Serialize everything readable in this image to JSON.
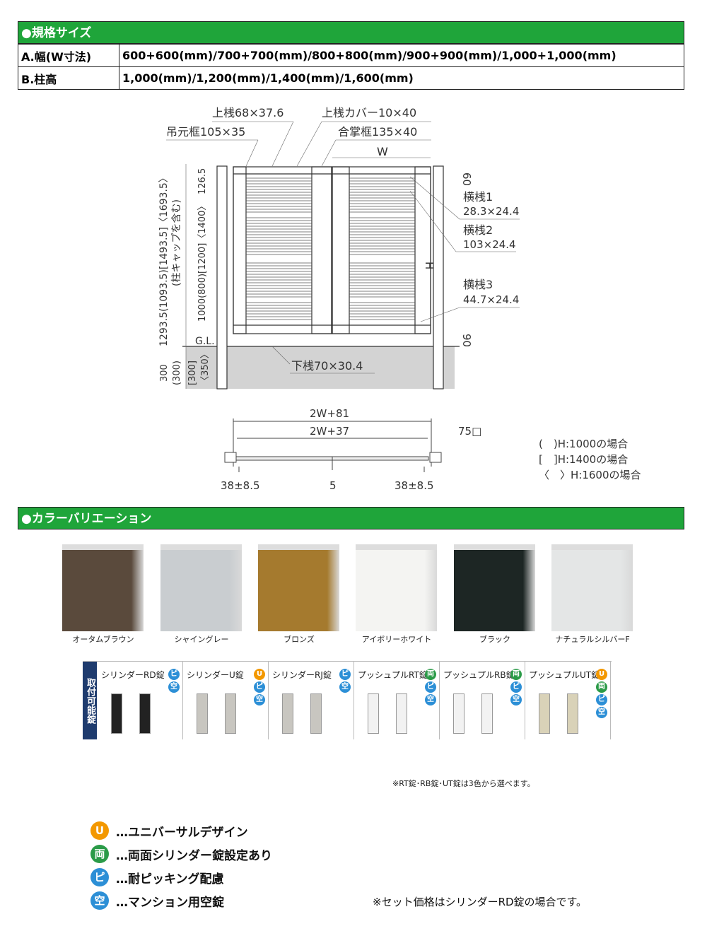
{
  "spec": {
    "title": "●規格サイズ",
    "rows": [
      {
        "key": "A.幅(W寸法)",
        "value": "600+600(mm)/700+700(mm)/800+800(mm)/900+900(mm)/1,000+1,000(mm)"
      },
      {
        "key": "B.柱高",
        "value": "1,000(mm)/1,200(mm)/1,400(mm)/1,600(mm)"
      }
    ]
  },
  "diagram": {
    "top_rail": "上桟68×37.6",
    "top_rail_cover": "上桟カバー10×40",
    "hinge_frame": "吊元框105×35",
    "meeting_frame": "合掌框135×40",
    "w": "W",
    "h": "H",
    "dim60": "60",
    "dim90": "90",
    "rail1": "横桟1",
    "rail1_size": "28.3×24.4",
    "rail2": "横桟2",
    "rail2_size": "103×24.4",
    "rail3": "横桟3",
    "rail3_size": "44.7×24.4",
    "bottom_rail": "下桟70×30.4",
    "gl": "G.L.",
    "post_total": "1293.5(1093.5)[1493.5]〈1693.5〉",
    "post_cap": "(柱キャップを含む)",
    "height_dims": "1000(800)[1200]〈1400〉",
    "dim126": "126.5",
    "depth1": "300",
    "depth1b": "(300)",
    "depth2": "[300]",
    "depth2b": "〈350〉"
  },
  "plan": {
    "outer": "2W+81",
    "inner": "2W+37",
    "post": "75□",
    "left": "38±8.5",
    "center": "5",
    "right": "38±8.5"
  },
  "notes": [
    "(　)H:1000の場合",
    "[　]H:1400の場合",
    "〈　〉H:1600の場合"
  ],
  "colors": {
    "title": "●カラーバリエーション",
    "items": [
      {
        "name": "オータムブラウン",
        "hex": "#5a4a3c"
      },
      {
        "name": "シャイングレー",
        "hex": "#c9cdd0"
      },
      {
        "name": "ブロンズ",
        "hex": "#a57a2e"
      },
      {
        "name": "アイボリーホワイト",
        "hex": "#f4f4f2"
      },
      {
        "name": "ブラック",
        "hex": "#1d2624"
      },
      {
        "name": "ナチュラルシルバーF",
        "hex": "#e4e6e6"
      }
    ]
  },
  "locks": {
    "side": "取付可能錠",
    "items": [
      {
        "name": "シリンダーRD錠",
        "badges": [
          "ピ",
          "空"
        ]
      },
      {
        "name": "シリンダーU錠",
        "badges": [
          "U",
          "ピ",
          "空"
        ]
      },
      {
        "name": "シリンダーRJ錠",
        "badges": [
          "ピ",
          "空"
        ]
      },
      {
        "name": "プッシュプルRT錠",
        "badges": [
          "両",
          "ピ",
          "空"
        ]
      },
      {
        "name": "プッシュプルRB錠",
        "badges": [
          "両",
          "ピ",
          "空"
        ]
      },
      {
        "name": "プッシュプルUT錠",
        "badges": [
          "U",
          "両",
          "ピ",
          "空"
        ]
      }
    ],
    "note": "※RT錠･RB錠･UT錠は3色から選べます。"
  },
  "legend": [
    {
      "badge": "U",
      "text": "…ユニバーサルデザイン"
    },
    {
      "badge": "両",
      "text": "…両面シリンダー錠設定あり"
    },
    {
      "badge": "ピ",
      "text": "…耐ピッキング配慮"
    },
    {
      "badge": "空",
      "text": "…マンション用空錠"
    }
  ],
  "price_note": "※セット価格はシリンダーRD錠の場合です。"
}
